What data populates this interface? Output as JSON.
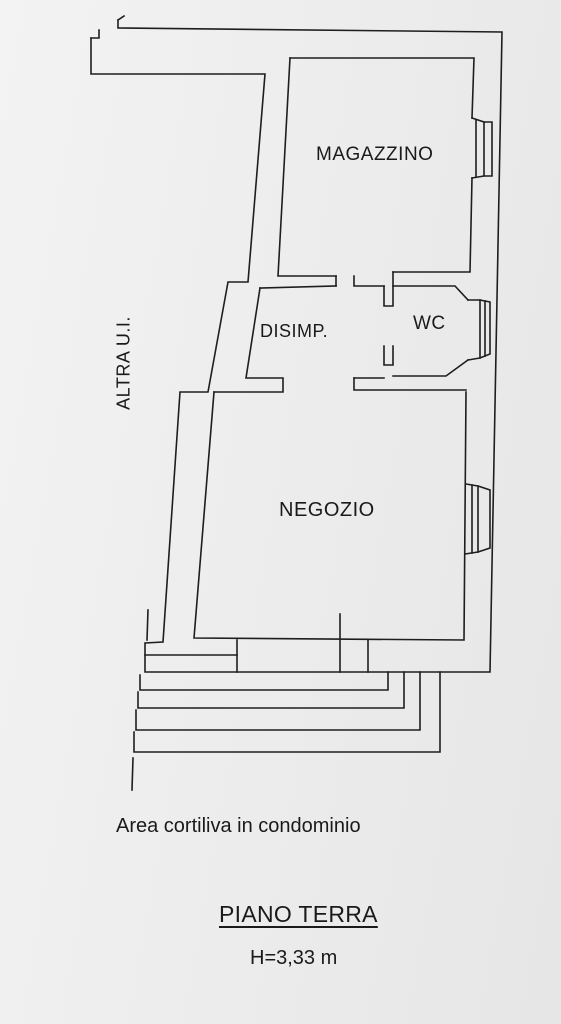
{
  "rooms": {
    "magazzino": "MAGAZZINO",
    "disimpegno": "DISIMP.",
    "wc": "WC",
    "negozio": "NEGOZIO"
  },
  "adjacent_unit": "ALTRA U.I.",
  "courtyard": "Area cortiliva in condominio",
  "floor": {
    "title": "PIANO TERRA",
    "height": "H=3,33 m"
  },
  "colors": {
    "ink": "#1a1a1a",
    "paper": "#ededed"
  }
}
